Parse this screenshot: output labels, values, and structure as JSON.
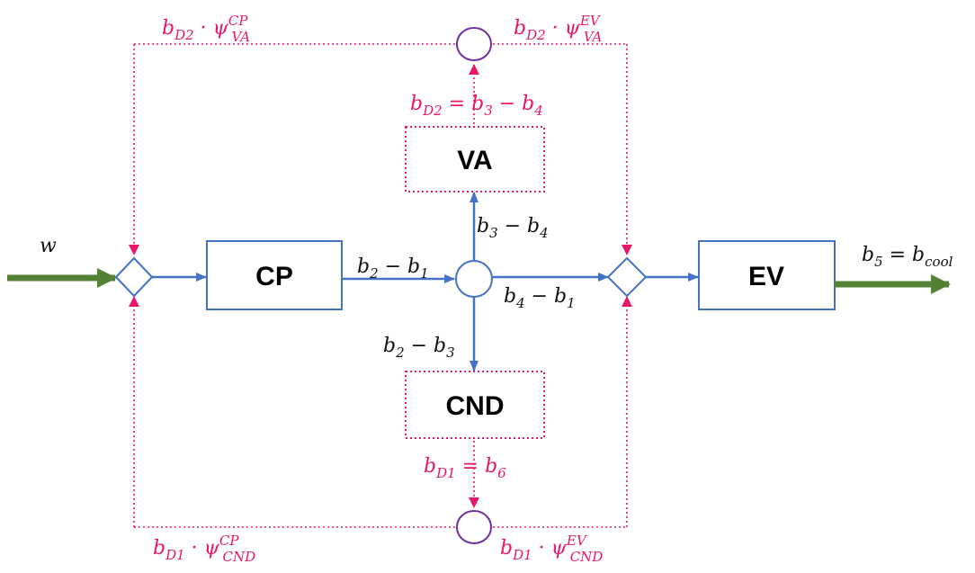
{
  "blocks": {
    "cp": "CP",
    "va": "VA",
    "cnd": "CND",
    "ev": "EV"
  },
  "labels": {
    "w": "w",
    "b2_b1": "b2 − b1",
    "b3_b4": "b3 − b4",
    "b4_b1": "b4 − b1",
    "b2_b3": "b2 − b3",
    "b5_cool": "b5 = bcool",
    "bD2_eq": "bD2 = b3 − b4",
    "bD1_eq": "bD1 = b6",
    "bD2_psi_cp": "bD2 · ψ VA CP",
    "bD2_psi_ev": "bD2 · ψ VA EV",
    "bD1_psi_cp": "bD1 · ψ CND CP",
    "bD1_psi_ev": "bD1 · ψ CND EV"
  },
  "colors": {
    "blue": "#4472c4",
    "pink": "#e8176a",
    "green": "#548235",
    "purple": "#7030a0"
  }
}
